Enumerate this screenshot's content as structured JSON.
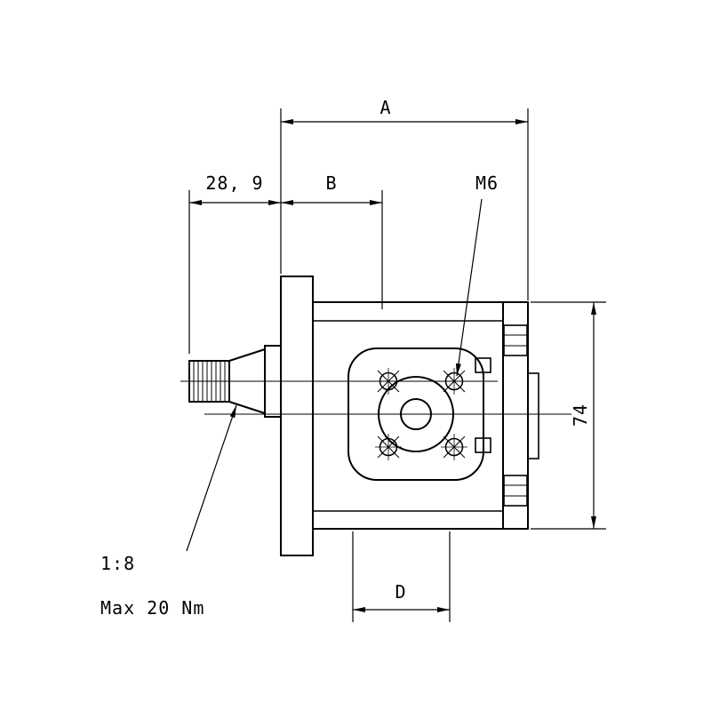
{
  "drawing": {
    "background": "#ffffff",
    "line_color": "#000000",
    "labels": {
      "dim_a": "A",
      "dim_28_9": "28, 9",
      "dim_b": "B",
      "m6": "M6",
      "dim_74": "74",
      "dim_d": "D",
      "taper": "1:8",
      "torque": "Max 20 Nm"
    }
  }
}
